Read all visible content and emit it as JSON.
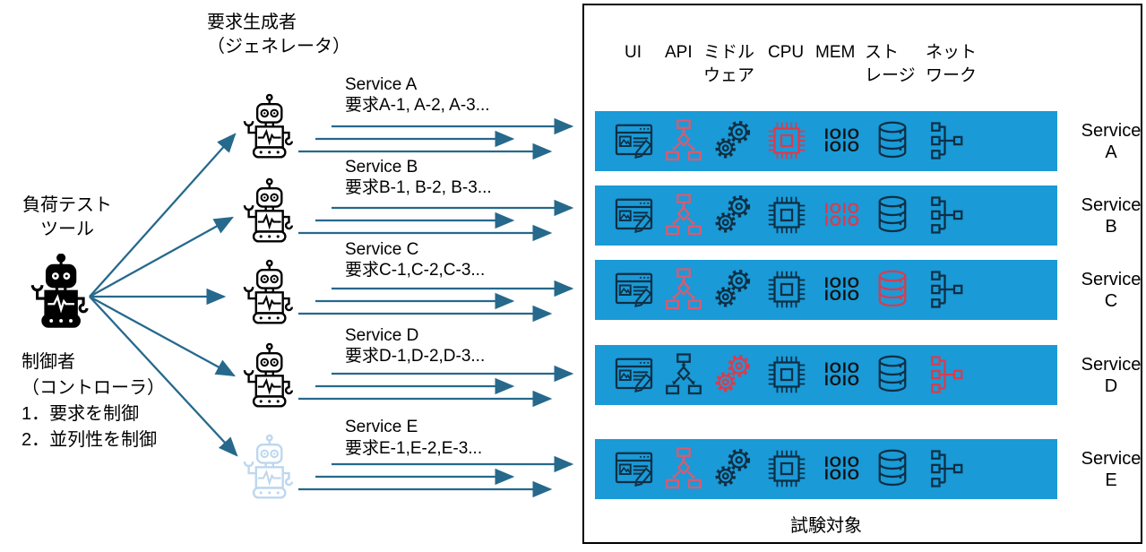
{
  "colors": {
    "row_blue": "#1A9AD7",
    "arrow": "#26698C",
    "icon_dark": "#0E2F44",
    "icon_red": "#DC3B4C",
    "icon_pink": "#DB5A70",
    "mem_dark": "#111111",
    "robot_black": "#000000",
    "robot_faded": "#BDD7EE",
    "text": "#000000"
  },
  "left": {
    "generator_title_line1": "要求生成者",
    "generator_title_line2": "（ジェネレータ）",
    "load_tool_line1": "負荷テスト",
    "load_tool_line2": "ツール",
    "controller_line1": "制御者",
    "controller_line2": "（コントローラ）",
    "controller_line3": "1．要求を制御",
    "controller_line4": "2．並列性を制御"
  },
  "services": [
    {
      "name": "Service A",
      "requests": "要求A-1, A-2, A-3..."
    },
    {
      "name": "Service B",
      "requests": "要求B-1, B-2, B-3..."
    },
    {
      "name": "Service C",
      "requests": "要求C-1,C-2,C-3..."
    },
    {
      "name": "Service D",
      "requests": "要求D-1,D-2,D-3..."
    },
    {
      "name": "Service E",
      "requests": "要求E-1,E-2,E-3..."
    }
  ],
  "panel": {
    "columns": [
      {
        "id": "ui",
        "line1": "UI",
        "line2": ""
      },
      {
        "id": "api",
        "line1": "API",
        "line2": ""
      },
      {
        "id": "middleware",
        "line1": "ミドル",
        "line2": "ウェア"
      },
      {
        "id": "cpu",
        "line1": "CPU",
        "line2": ""
      },
      {
        "id": "mem",
        "line1": "MEM",
        "line2": ""
      },
      {
        "id": "storage",
        "line1": "スト",
        "line2": "レージ"
      },
      {
        "id": "network",
        "line1": "ネット",
        "line2": "ワーク"
      }
    ],
    "mem_lines": {
      "l1": "IOIO",
      "l2": "IOIO"
    },
    "rows": [
      {
        "service_line1": "Service",
        "service_line2": "A",
        "colors": {
          "ui": "#0E2F44",
          "api": "#DB5A70",
          "middleware": "#0E2F44",
          "cpu": "#DC3B4C",
          "mem": "#111111",
          "storage": "#0E2F44",
          "network": "#0E2F44"
        }
      },
      {
        "service_line1": "Service",
        "service_line2": "B",
        "colors": {
          "ui": "#0E2F44",
          "api": "#DB5A70",
          "middleware": "#0E2F44",
          "cpu": "#0E2F44",
          "mem": "#DC3B4C",
          "storage": "#0E2F44",
          "network": "#0E2F44"
        }
      },
      {
        "service_line1": "Service",
        "service_line2": "C",
        "colors": {
          "ui": "#0E2F44",
          "api": "#DB5A70",
          "middleware": "#0E2F44",
          "cpu": "#0E2F44",
          "mem": "#111111",
          "storage": "#DC3B4C",
          "network": "#0E2F44"
        }
      },
      {
        "service_line1": "Service",
        "service_line2": "D",
        "colors": {
          "ui": "#0E2F44",
          "api": "#0E2F44",
          "middleware": "#DC3B4C",
          "cpu": "#0E2F44",
          "mem": "#111111",
          "storage": "#0E2F44",
          "network": "#DC3B4C"
        }
      },
      {
        "service_line1": "Service",
        "service_line2": "E",
        "colors": {
          "ui": "#0E2F44",
          "api": "#DB5A70",
          "middleware": "#0E2F44",
          "cpu": "#0E2F44",
          "mem": "#111111",
          "storage": "#0E2F44",
          "network": "#0E2F44"
        }
      }
    ],
    "footer": "試験対象"
  }
}
